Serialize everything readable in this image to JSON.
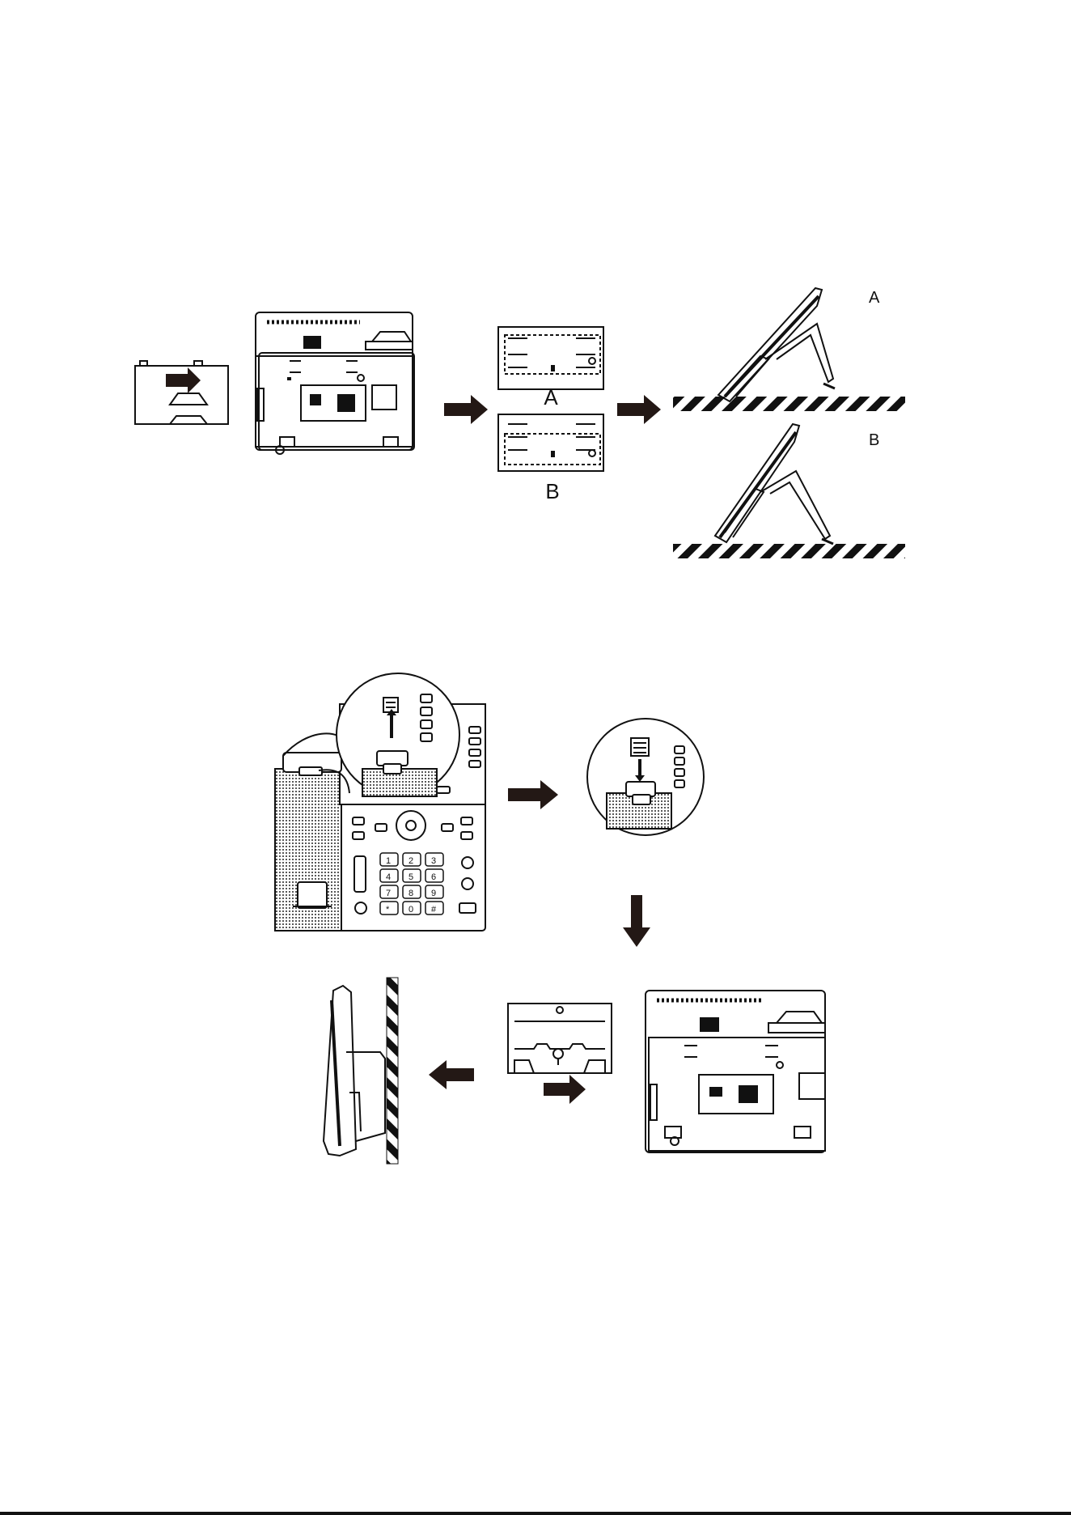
{
  "labels": {
    "stand_option_a": "A",
    "stand_option_b": "B",
    "angle_a": "A",
    "angle_b": "B"
  },
  "keypad_keys": [
    "1",
    "2",
    "3",
    "4",
    "5",
    "6",
    "7",
    "8",
    "9",
    "*",
    "0",
    "#"
  ],
  "colors": {
    "ink": "#1a1a1a",
    "arrow": "#231815",
    "background": "#ffffff"
  }
}
